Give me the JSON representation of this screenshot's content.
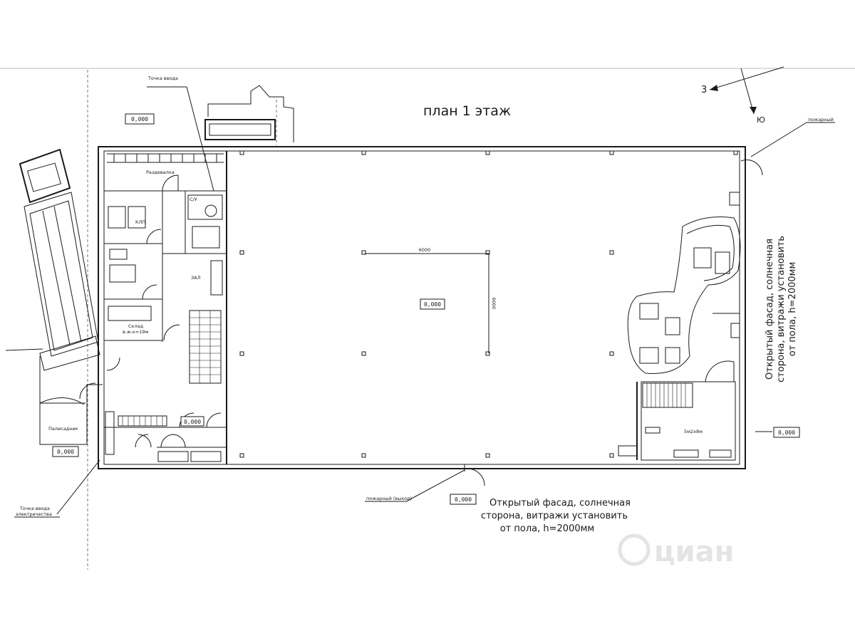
{
  "plan": {
    "title": "план 1 этаж",
    "level_tag": "0,000",
    "rooms": {
      "razdevalka": "Раздевалка",
      "klp": "КЛП",
      "zal": "ЗАЛ",
      "sklad_line1": "Склад",
      "sklad_line2": "в.ж.к=19м",
      "wc": "С/У",
      "storage": "5м2х8м",
      "parking": "Палисадник"
    },
    "labels": {
      "entry_point_top": "Точка ввода",
      "entry_point_bottom_line1": "Точка ввода",
      "entry_point_bottom_line2": "электричества",
      "pozharny_top": "пожарный",
      "pozharny_bottom": "пожарный (выход)"
    },
    "dimensions": {
      "width": "6000",
      "height": "6000"
    },
    "compass": {
      "a": "3",
      "b": "Ю"
    },
    "facade_bottom": [
      "Открытый фасад, солнечная",
      "сторона, витражи установить",
      "от пола, h=2000мм"
    ],
    "facade_right": [
      "Открытый фасад, солнечная",
      "сторона, витражи установить",
      "от пола, h=2000мм"
    ],
    "watermark": "циан"
  }
}
